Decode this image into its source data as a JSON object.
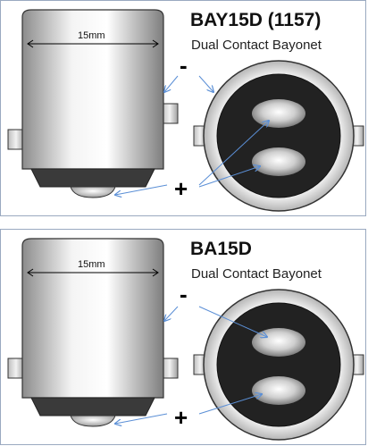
{
  "diagrams": [
    {
      "title": "BAY15D (1157)",
      "subtitle": "Dual Contact Bayonet",
      "dimension": "15mm",
      "negative_sign": "-",
      "positive_sign": "+"
    },
    {
      "title": "BA15D",
      "subtitle": "Dual Contact Bayonet",
      "dimension": "15mm",
      "negative_sign": "-",
      "positive_sign": "+"
    }
  ],
  "colors": {
    "border": "#9aa9c0",
    "arrow": "#5b8fd6",
    "base_dark": "#3a3a3a",
    "contact_face": "#222222"
  }
}
